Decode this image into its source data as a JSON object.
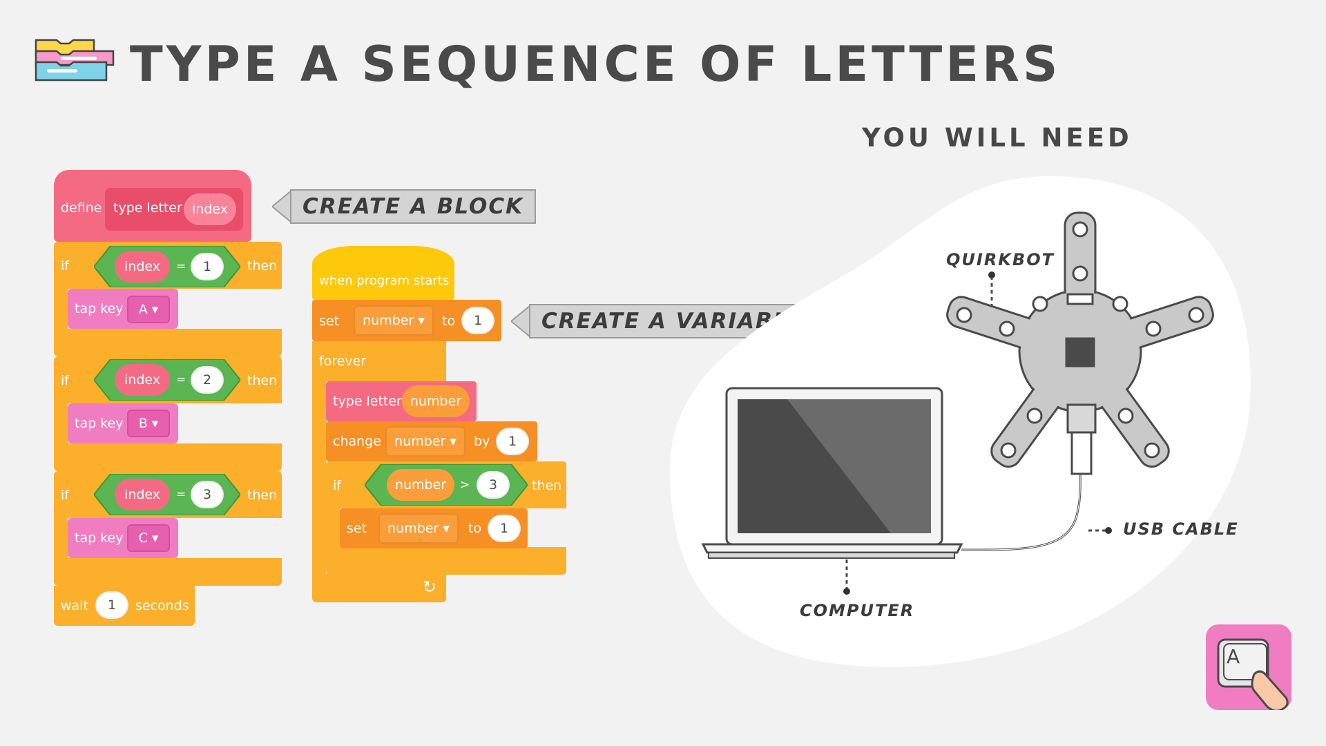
{
  "header": {
    "title": "TYPE A SEQUENCE OF LETTERS"
  },
  "section": {
    "you_will_need": "YOU WILL NEED"
  },
  "callouts": {
    "create_block": "CREATE A BLOCK",
    "create_variable": "CREATE A VARIABLE"
  },
  "define_script": {
    "define": "define",
    "block_name": "type letter",
    "param": "index",
    "ifs": [
      {
        "if": "if",
        "var": "index",
        "op": "=",
        "value": "1",
        "then": "then",
        "action": "tap key",
        "key": "A"
      },
      {
        "if": "if",
        "var": "index",
        "op": "=",
        "value": "2",
        "then": "then",
        "action": "tap key",
        "key": "B"
      },
      {
        "if": "if",
        "var": "index",
        "op": "=",
        "value": "3",
        "then": "then",
        "action": "tap key",
        "key": "C"
      }
    ],
    "wait": "wait",
    "wait_value": "1",
    "seconds": "seconds"
  },
  "main_script": {
    "hat": "when program starts",
    "set1": {
      "set": "set",
      "var": "number",
      "to": "to",
      "value": "1"
    },
    "forever": "forever",
    "type_letter": {
      "label": "type letter",
      "arg": "number"
    },
    "change": {
      "label": "change",
      "var": "number",
      "by": "by",
      "value": "1"
    },
    "if": {
      "if": "if",
      "var": "number",
      "op": ">",
      "value": "3",
      "then": "then"
    },
    "set2": {
      "set": "set",
      "var": "number",
      "to": "to",
      "value": "1"
    },
    "loop_arrow": "↻"
  },
  "hardware": {
    "quirkbot": "QUIRKBOT",
    "usb_cable": "USB CABLE",
    "computer": "COMPUTER"
  },
  "colors": {
    "orange": "#fbaf2a",
    "dark_orange": "#f68f24",
    "red": "#f56a83",
    "pink": "#f07dc1",
    "green": "#5ab552",
    "yellow": "#ffc90b"
  }
}
